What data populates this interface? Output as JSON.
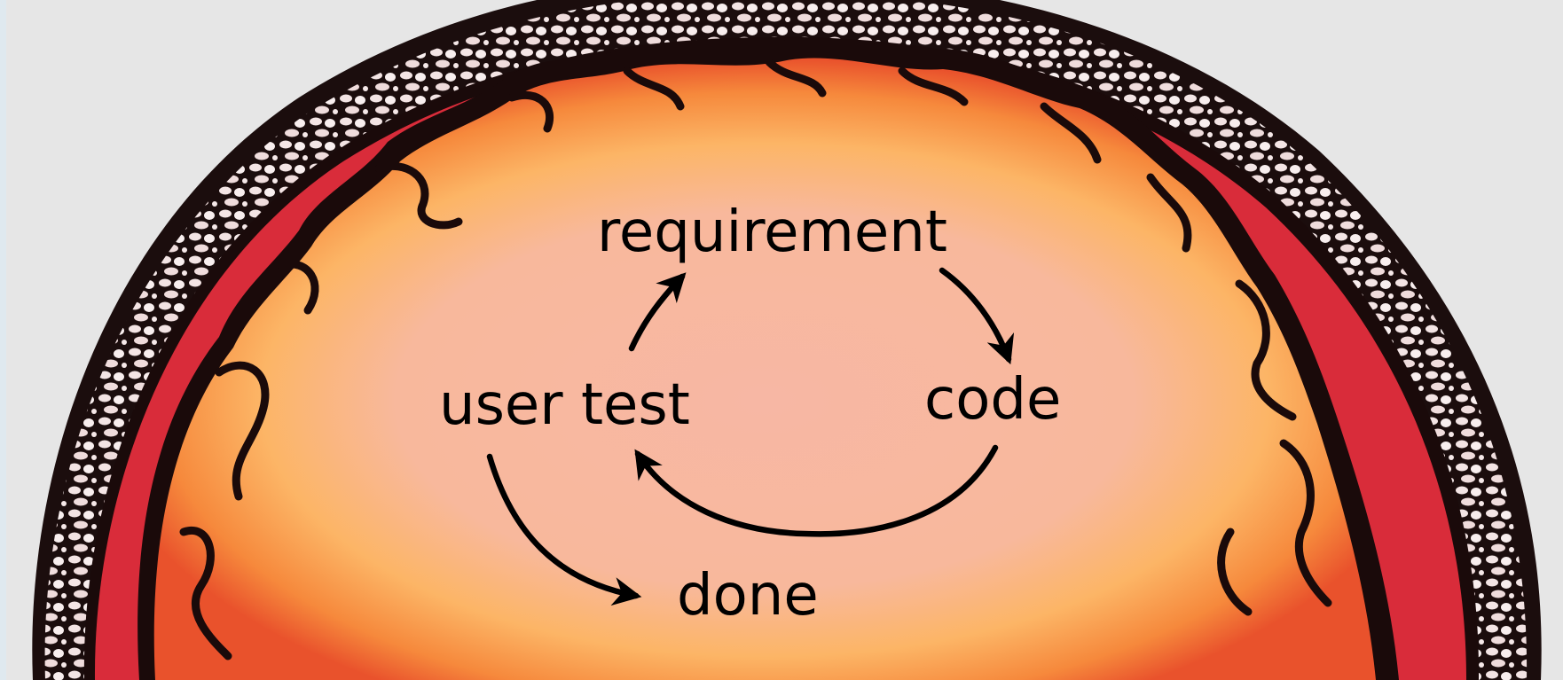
{
  "diagram": {
    "nodes": {
      "requirement": "requirement",
      "code": "code",
      "user_test": "user test",
      "done": "done"
    },
    "edges": [
      {
        "from": "user test",
        "to": "requirement"
      },
      {
        "from": "requirement",
        "to": "code"
      },
      {
        "from": "code",
        "to": "user test"
      },
      {
        "from": "user test",
        "to": "done"
      }
    ]
  },
  "colors": {
    "background": "#e6e6e6",
    "outline": "#1a0a0a",
    "outer_band": "#d92c3a",
    "cortex": "#f08038",
    "inner_glow": "#fcb060",
    "center": "#f7b5a1",
    "text": "#000000"
  },
  "icons": {
    "illustration": "brain-cross-section-illustration",
    "arrow": "curved-arrow"
  }
}
